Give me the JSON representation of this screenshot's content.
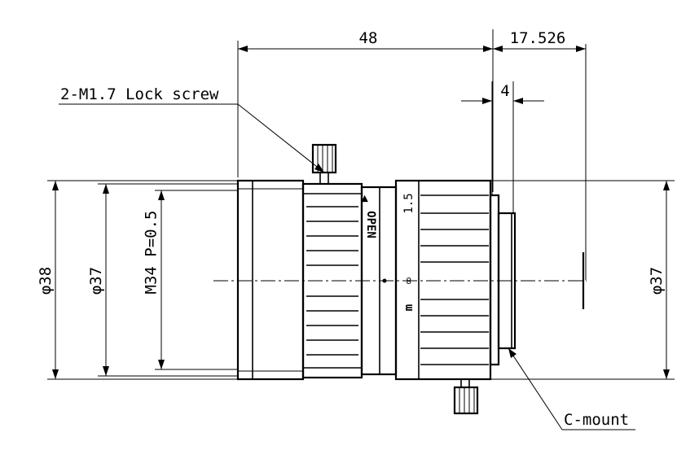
{
  "dimensions": {
    "overall_length": "48",
    "flange_back": "17.526",
    "mount_depth": "4",
    "diameter_outer": "38",
    "diameter_body": "37",
    "diameter_rear": "37",
    "front_thread": "M34 P=0.5"
  },
  "symbols": {
    "diameter": "φ"
  },
  "callouts": {
    "lock_screw": "2-M1.7 Lock screw",
    "mount": "C-mount"
  },
  "barrel_markings": {
    "iris_label": "OPEN",
    "iris_arrow": "◀",
    "focus_near": "1.5",
    "focus_infinity": "∞",
    "focus_unit": "m"
  }
}
